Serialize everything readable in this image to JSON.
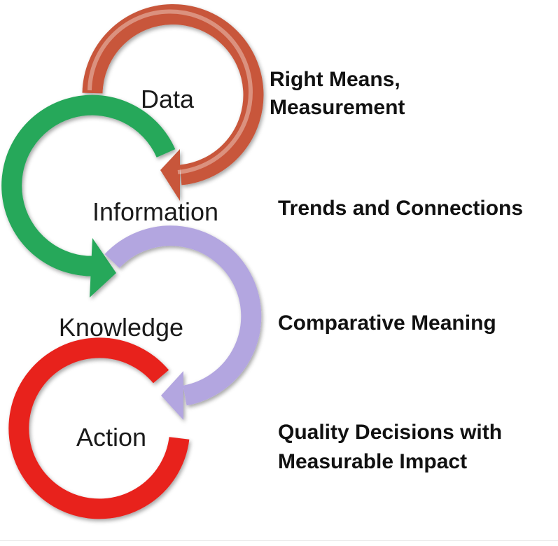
{
  "stages": [
    {
      "label": "Data",
      "description_lines": [
        "Right Means,",
        "Measurement"
      ],
      "color": "#C8563A"
    },
    {
      "label": "Information",
      "description_lines": [
        "Trends and Connections"
      ],
      "color": "#26A85A"
    },
    {
      "label": "Knowledge",
      "description_lines": [
        "Comparative Meaning"
      ],
      "color": "#B3A6E0"
    },
    {
      "label": "Action",
      "description_lines": [
        "Quality Decisions with",
        "Measurable Impact"
      ],
      "color": "#E8201E"
    }
  ]
}
